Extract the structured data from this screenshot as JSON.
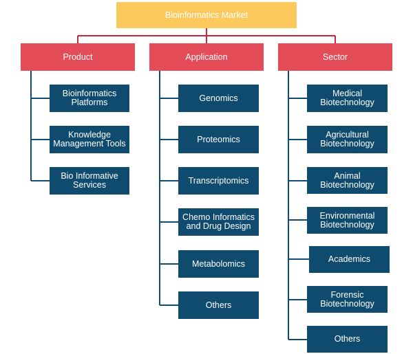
{
  "colors": {
    "root": "#fdc95c",
    "category": "#e44d58",
    "connector_top": "#c9283a",
    "leaf": "#0f4b6e",
    "connector_leaf": "#0f4b6e"
  },
  "root": {
    "label": "Bioinformatics Market"
  },
  "categories": [
    {
      "label": "Product",
      "items": [
        "Bioinformatics Platforms",
        "Knowledge Management Tools",
        "Bio Informative Services"
      ]
    },
    {
      "label": "Application",
      "items": [
        "Genomics",
        "Proteomics",
        "Transcriptomics",
        "Chemo Informatics and Drug Design",
        "Metabolomics",
        "Others"
      ]
    },
    {
      "label": "Sector",
      "items": [
        "Medical Biotechnology",
        "Agricultural Biotechnology",
        "Animal Biotechnology",
        "Environmental Biotechnology",
        "Academics",
        "Forensic Biotechnology",
        "Others"
      ]
    }
  ]
}
